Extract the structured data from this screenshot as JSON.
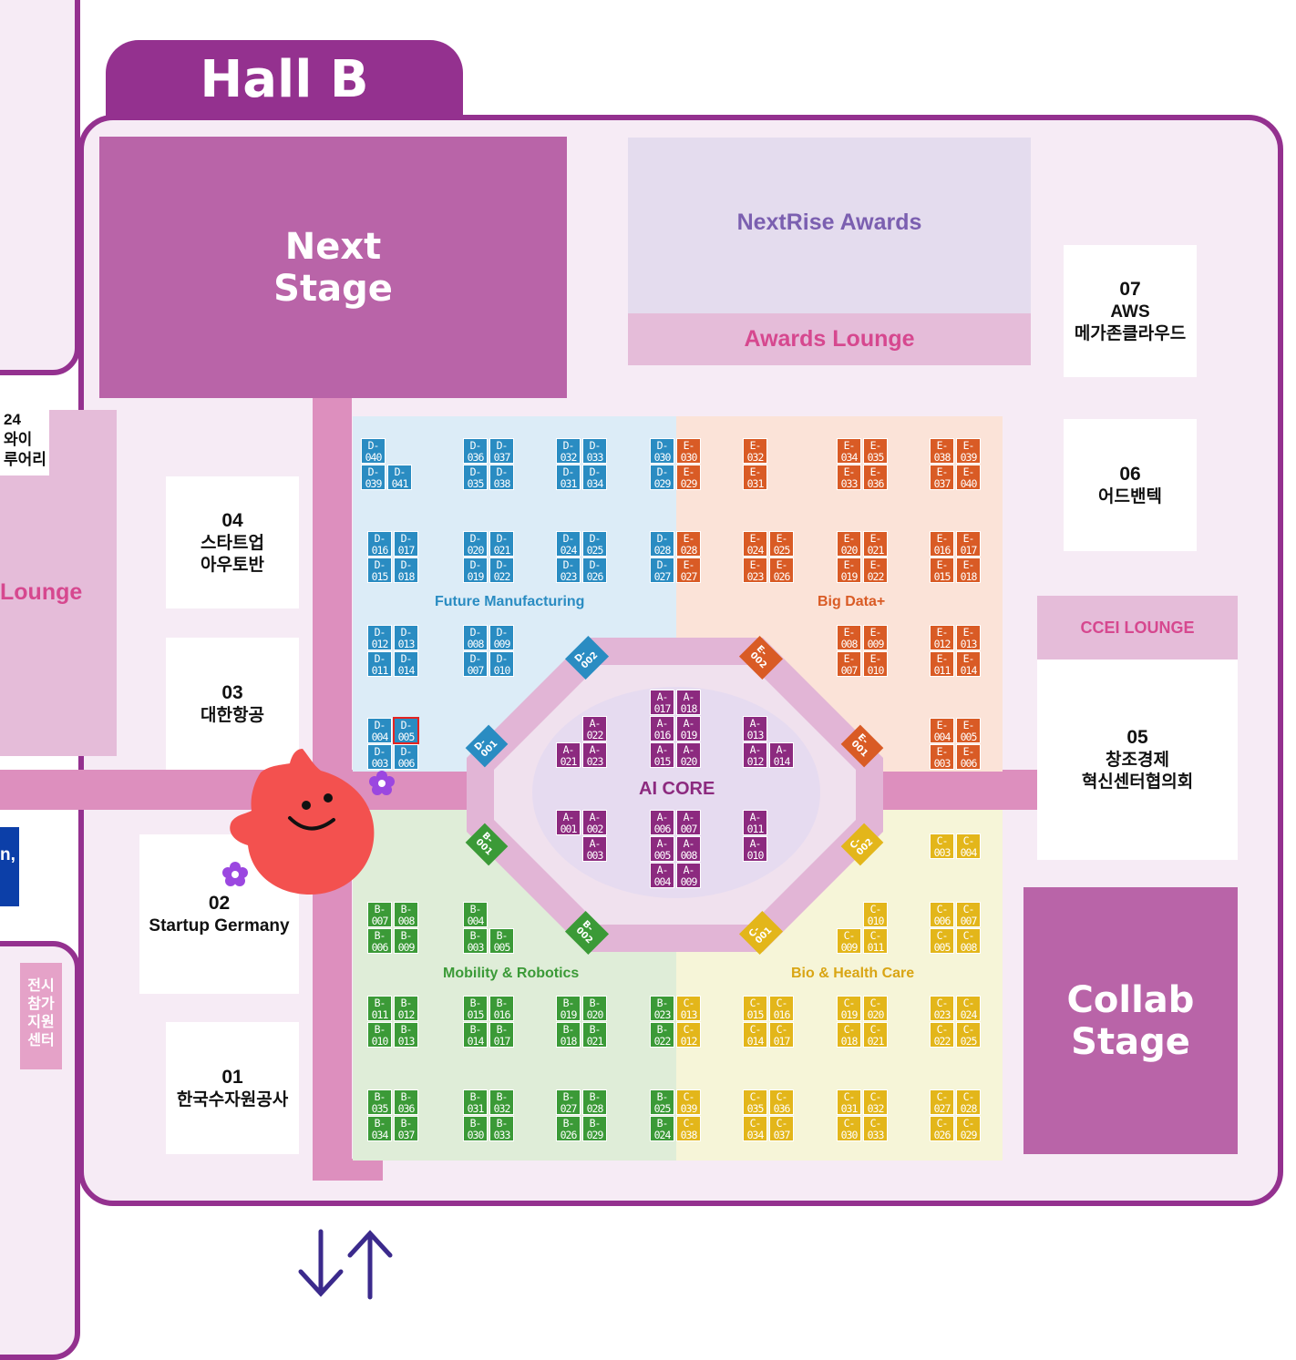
{
  "hall": {
    "title": "Hall B"
  },
  "stages": {
    "next": "Next\nStage",
    "collab": "Collab\nStage"
  },
  "awards": {
    "title": "NextRise Awards",
    "lounge": "Awards Lounge"
  },
  "ccei": "CCEI LOUNGE",
  "left": {
    "lounge": "Lounge",
    "partial_box": "24\n와이\n루어리",
    "partial_blue": "n,",
    "support": "전시\n참가\n지원\n센터"
  },
  "booths_side": [
    {
      "num": "07",
      "name": "AWS\n메가존클라우드"
    },
    {
      "num": "06",
      "name": "어드밴텍"
    },
    {
      "num": "05",
      "name": "창조경제\n혁신센터협의회"
    },
    {
      "num": "04",
      "name": "스타트업\n아우토반"
    },
    {
      "num": "03",
      "name": "대한항공"
    },
    {
      "num": "02",
      "name": "Startup Germany"
    },
    {
      "num": "01",
      "name": "한국수자원공사"
    }
  ],
  "zones": {
    "d": "Future Manufacturing",
    "e": "Big Data+",
    "b": "Mobility & Robotics",
    "c": "Bio & Health Care",
    "a": "AI CORE"
  },
  "octagon": {
    "d002": "D-\n002",
    "d001": "D-\n001",
    "e002": "E-\n002",
    "e001": "E-\n001",
    "c002": "C-\n002",
    "c001": "C-\n001",
    "b001": "B-\n001",
    "b002": "B-\n002"
  },
  "selected_booth": "D-005",
  "colors": {
    "hall": "#94318f",
    "stage": "#b964a8",
    "aisle": "#dd8fbe",
    "D": "#2a8cc2",
    "E": "#d95b25",
    "A": "#8c2a7f",
    "B": "#3b9a37",
    "C": "#e3b61a"
  },
  "booths": [
    [
      "D",
      "040",
      396,
      481
    ],
    [
      "D",
      "039",
      396,
      510
    ],
    [
      "D",
      "041",
      425,
      510
    ],
    [
      "D",
      "036",
      508,
      481
    ],
    [
      "D",
      "037",
      537,
      481
    ],
    [
      "D",
      "035",
      508,
      510
    ],
    [
      "D",
      "038",
      537,
      510
    ],
    [
      "D",
      "032",
      610,
      481
    ],
    [
      "D",
      "033",
      639,
      481
    ],
    [
      "D",
      "031",
      610,
      510
    ],
    [
      "D",
      "034",
      639,
      510
    ],
    [
      "D",
      "030",
      713,
      481
    ],
    [
      "E",
      "030",
      742,
      481
    ],
    [
      "D",
      "029",
      713,
      510
    ],
    [
      "E",
      "029",
      742,
      510
    ],
    [
      "E",
      "032",
      815,
      481
    ],
    [
      "E",
      "031",
      815,
      510
    ],
    [
      "E",
      "034",
      918,
      481
    ],
    [
      "E",
      "035",
      947,
      481
    ],
    [
      "E",
      "033",
      918,
      510
    ],
    [
      "E",
      "036",
      947,
      510
    ],
    [
      "E",
      "038",
      1020,
      481
    ],
    [
      "E",
      "039",
      1049,
      481
    ],
    [
      "E",
      "037",
      1020,
      510
    ],
    [
      "E",
      "040",
      1049,
      510
    ],
    [
      "D",
      "016",
      403,
      583
    ],
    [
      "D",
      "017",
      432,
      583
    ],
    [
      "D",
      "015",
      403,
      612
    ],
    [
      "D",
      "018",
      432,
      612
    ],
    [
      "D",
      "020",
      508,
      583
    ],
    [
      "D",
      "021",
      537,
      583
    ],
    [
      "D",
      "019",
      508,
      612
    ],
    [
      "D",
      "022",
      537,
      612
    ],
    [
      "D",
      "024",
      610,
      583
    ],
    [
      "D",
      "025",
      639,
      583
    ],
    [
      "D",
      "023",
      610,
      612
    ],
    [
      "D",
      "026",
      639,
      612
    ],
    [
      "D",
      "028",
      713,
      583
    ],
    [
      "E",
      "028",
      742,
      583
    ],
    [
      "D",
      "027",
      713,
      612
    ],
    [
      "E",
      "027",
      742,
      612
    ],
    [
      "E",
      "024",
      815,
      583
    ],
    [
      "E",
      "025",
      844,
      583
    ],
    [
      "E",
      "023",
      815,
      612
    ],
    [
      "E",
      "026",
      844,
      612
    ],
    [
      "E",
      "020",
      918,
      583
    ],
    [
      "E",
      "021",
      947,
      583
    ],
    [
      "E",
      "019",
      918,
      612
    ],
    [
      "E",
      "022",
      947,
      612
    ],
    [
      "E",
      "016",
      1020,
      583
    ],
    [
      "E",
      "017",
      1049,
      583
    ],
    [
      "E",
      "015",
      1020,
      612
    ],
    [
      "E",
      "018",
      1049,
      612
    ],
    [
      "D",
      "012",
      403,
      686
    ],
    [
      "D",
      "013",
      432,
      686
    ],
    [
      "D",
      "011",
      403,
      715
    ],
    [
      "D",
      "014",
      432,
      715
    ],
    [
      "D",
      "008",
      508,
      686
    ],
    [
      "D",
      "009",
      537,
      686
    ],
    [
      "D",
      "007",
      508,
      715
    ],
    [
      "D",
      "010",
      537,
      715
    ],
    [
      "E",
      "008",
      918,
      686
    ],
    [
      "E",
      "009",
      947,
      686
    ],
    [
      "E",
      "007",
      918,
      715
    ],
    [
      "E",
      "010",
      947,
      715
    ],
    [
      "E",
      "012",
      1020,
      686
    ],
    [
      "E",
      "013",
      1049,
      686
    ],
    [
      "E",
      "011",
      1020,
      715
    ],
    [
      "E",
      "014",
      1049,
      715
    ],
    [
      "D",
      "004",
      403,
      788
    ],
    [
      "D",
      "005",
      432,
      788
    ],
    [
      "D",
      "003",
      403,
      817
    ],
    [
      "D",
      "006",
      432,
      817
    ],
    [
      "E",
      "004",
      1020,
      788
    ],
    [
      "E",
      "005",
      1049,
      788
    ],
    [
      "E",
      "003",
      1020,
      817
    ],
    [
      "E",
      "006",
      1049,
      817
    ],
    [
      "A",
      "017",
      713,
      757
    ],
    [
      "A",
      "018",
      742,
      757
    ],
    [
      "A",
      "016",
      713,
      786
    ],
    [
      "A",
      "019",
      742,
      786
    ],
    [
      "A",
      "015",
      713,
      815
    ],
    [
      "A",
      "020",
      742,
      815
    ],
    [
      "A",
      "022",
      639,
      786
    ],
    [
      "A",
      "021",
      610,
      815
    ],
    [
      "A",
      "023",
      639,
      815
    ],
    [
      "A",
      "013",
      815,
      786
    ],
    [
      "A",
      "012",
      815,
      815
    ],
    [
      "A",
      "014",
      844,
      815
    ],
    [
      "A",
      "001",
      610,
      889
    ],
    [
      "A",
      "002",
      639,
      889
    ],
    [
      "A",
      "003",
      639,
      918
    ],
    [
      "A",
      "006",
      713,
      889
    ],
    [
      "A",
      "007",
      742,
      889
    ],
    [
      "A",
      "005",
      713,
      918
    ],
    [
      "A",
      "008",
      742,
      918
    ],
    [
      "A",
      "004",
      713,
      947
    ],
    [
      "A",
      "009",
      742,
      947
    ],
    [
      "A",
      "011",
      815,
      889
    ],
    [
      "A",
      "010",
      815,
      918
    ],
    [
      "C",
      "003",
      1020,
      915
    ],
    [
      "C",
      "004",
      1049,
      915
    ],
    [
      "B",
      "007",
      403,
      990
    ],
    [
      "B",
      "008",
      432,
      990
    ],
    [
      "B",
      "006",
      403,
      1019
    ],
    [
      "B",
      "009",
      432,
      1019
    ],
    [
      "B",
      "004",
      508,
      990
    ],
    [
      "B",
      "003",
      508,
      1019
    ],
    [
      "B",
      "005",
      537,
      1019
    ],
    [
      "C",
      "010",
      947,
      990
    ],
    [
      "C",
      "009",
      918,
      1019
    ],
    [
      "C",
      "011",
      947,
      1019
    ],
    [
      "C",
      "006",
      1020,
      990
    ],
    [
      "C",
      "007",
      1049,
      990
    ],
    [
      "C",
      "005",
      1020,
      1019
    ],
    [
      "C",
      "008",
      1049,
      1019
    ],
    [
      "B",
      "011",
      403,
      1093
    ],
    [
      "B",
      "012",
      432,
      1093
    ],
    [
      "B",
      "010",
      403,
      1122
    ],
    [
      "B",
      "013",
      432,
      1122
    ],
    [
      "B",
      "015",
      508,
      1093
    ],
    [
      "B",
      "016",
      537,
      1093
    ],
    [
      "B",
      "014",
      508,
      1122
    ],
    [
      "B",
      "017",
      537,
      1122
    ],
    [
      "B",
      "019",
      610,
      1093
    ],
    [
      "B",
      "020",
      639,
      1093
    ],
    [
      "B",
      "018",
      610,
      1122
    ],
    [
      "B",
      "021",
      639,
      1122
    ],
    [
      "B",
      "023",
      713,
      1093
    ],
    [
      "C",
      "013",
      742,
      1093
    ],
    [
      "B",
      "022",
      713,
      1122
    ],
    [
      "C",
      "012",
      742,
      1122
    ],
    [
      "C",
      "015",
      815,
      1093
    ],
    [
      "C",
      "016",
      844,
      1093
    ],
    [
      "C",
      "014",
      815,
      1122
    ],
    [
      "C",
      "017",
      844,
      1122
    ],
    [
      "C",
      "019",
      918,
      1093
    ],
    [
      "C",
      "020",
      947,
      1093
    ],
    [
      "C",
      "018",
      918,
      1122
    ],
    [
      "C",
      "021",
      947,
      1122
    ],
    [
      "C",
      "023",
      1020,
      1093
    ],
    [
      "C",
      "024",
      1049,
      1093
    ],
    [
      "C",
      "022",
      1020,
      1122
    ],
    [
      "C",
      "025",
      1049,
      1122
    ],
    [
      "B",
      "035",
      403,
      1196
    ],
    [
      "B",
      "036",
      432,
      1196
    ],
    [
      "B",
      "034",
      403,
      1225
    ],
    [
      "B",
      "037",
      432,
      1225
    ],
    [
      "B",
      "031",
      508,
      1196
    ],
    [
      "B",
      "032",
      537,
      1196
    ],
    [
      "B",
      "030",
      508,
      1225
    ],
    [
      "B",
      "033",
      537,
      1225
    ],
    [
      "B",
      "027",
      610,
      1196
    ],
    [
      "B",
      "028",
      639,
      1196
    ],
    [
      "B",
      "026",
      610,
      1225
    ],
    [
      "B",
      "029",
      639,
      1225
    ],
    [
      "B",
      "025",
      713,
      1196
    ],
    [
      "C",
      "039",
      742,
      1196
    ],
    [
      "B",
      "024",
      713,
      1225
    ],
    [
      "C",
      "038",
      742,
      1225
    ],
    [
      "C",
      "035",
      815,
      1196
    ],
    [
      "C",
      "036",
      844,
      1196
    ],
    [
      "C",
      "034",
      815,
      1225
    ],
    [
      "C",
      "037",
      844,
      1225
    ],
    [
      "C",
      "031",
      918,
      1196
    ],
    [
      "C",
      "032",
      947,
      1196
    ],
    [
      "C",
      "030",
      918,
      1225
    ],
    [
      "C",
      "033",
      947,
      1225
    ],
    [
      "C",
      "027",
      1020,
      1196
    ],
    [
      "C",
      "028",
      1049,
      1196
    ],
    [
      "C",
      "026",
      1020,
      1225
    ],
    [
      "C",
      "029",
      1049,
      1225
    ]
  ]
}
